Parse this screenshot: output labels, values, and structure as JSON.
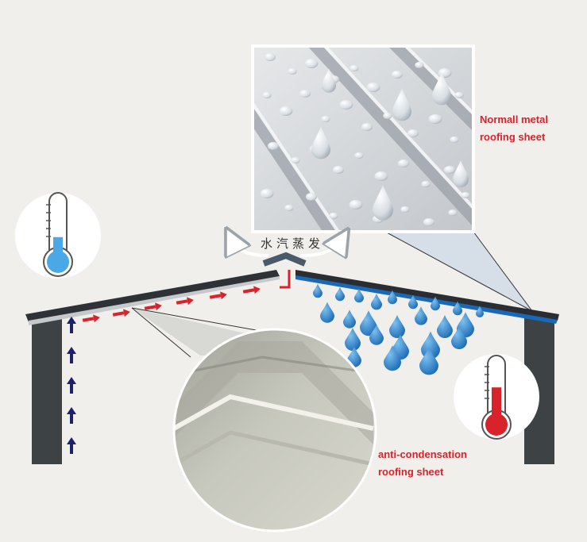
{
  "labels": {
    "top_right_1": "Normall metal",
    "top_right_2": "roofing sheet",
    "bottom_1": "anti-condensation",
    "bottom_2": "roofing sheet",
    "evaporation": "水汽蒸发"
  },
  "colors": {
    "background": "#f0efec",
    "accent_red": "#d8232a",
    "arrow_blue": "#1e1f6e",
    "droplet_blue": "#1a7ac8",
    "wall": "#3d4245",
    "cold_fluid": "#4aa8e6",
    "hot_fluid": "#d8232a"
  },
  "icons": {
    "cold_thermometer": "thermometer-cold-icon",
    "hot_thermometer": "thermometer-hot-icon",
    "droplet": "water-droplet-icon",
    "airflow_arrow": "airflow-arrow-icon"
  },
  "thermometers": {
    "cold_level": 0.4,
    "hot_level": 0.6
  }
}
